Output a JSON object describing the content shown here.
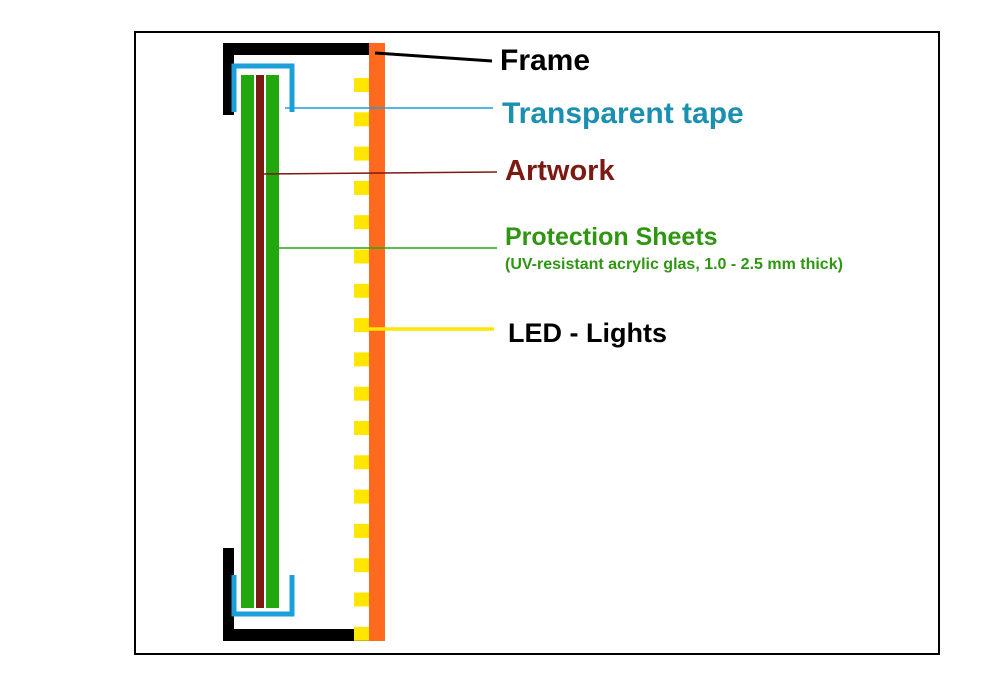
{
  "labels": {
    "frame": "Frame",
    "tape": "Transparent tape",
    "artwork": "Artwork",
    "protection": "Protection Sheets",
    "protection_sub": "(UV-resistant acrylic glas, 1.0 - 2.5 mm thick)",
    "led": "LED - Lights"
  },
  "colors": {
    "frame": "#000000",
    "tape": "#1a9fd9",
    "tape_text": "#1a8fb0",
    "artwork": "#7a1a12",
    "protection": "#22a80e",
    "protection_text": "#2e9612",
    "led": "#ffe600",
    "back_panel": "#ff6a1f",
    "border": "#000000"
  },
  "led_count": 17
}
